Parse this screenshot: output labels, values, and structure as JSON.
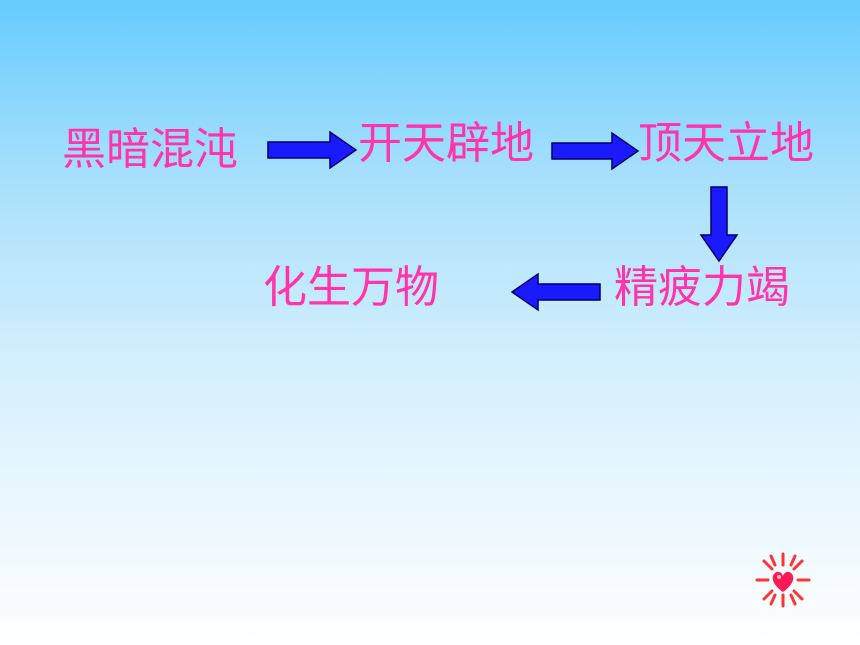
{
  "colors": {
    "text": "#ff33aa",
    "arrow_fill": "#1a1aff",
    "arrow_stroke": "#000066",
    "burst_rays": "#ff3333",
    "burst_heart": "#ff1a55"
  },
  "steps": {
    "chaos": "黑暗混沌",
    "split": "开天辟地",
    "hold": "顶天立地",
    "exhausted": "精疲力竭",
    "transform": "化生万物"
  },
  "arrows": [
    {
      "id": "chaos-to-split",
      "direction": "right"
    },
    {
      "id": "split-to-hold",
      "direction": "right"
    },
    {
      "id": "hold-to-exhausted",
      "direction": "down"
    },
    {
      "id": "exhausted-to-transform",
      "direction": "left"
    }
  ],
  "icons": {
    "corner_decoration": "heart-burst-icon"
  }
}
